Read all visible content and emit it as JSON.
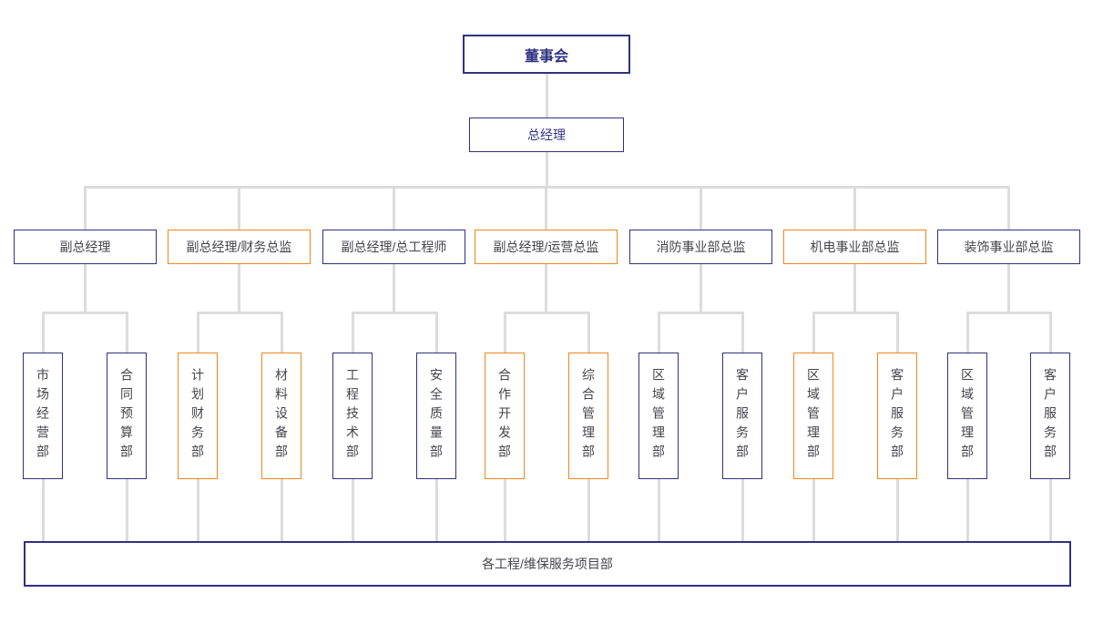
{
  "colors": {
    "navy_border": "#2f3280",
    "orange_border": "#f0861a",
    "connector_gray": "#dcdcdc",
    "dark_text": "#45454d",
    "navy_text": "#2f3280",
    "background": "#ffffff"
  },
  "org_chart": {
    "root": {
      "label": "董事会",
      "accent": "navy"
    },
    "general_manager": {
      "label": "总经理",
      "accent": "navy"
    },
    "executives": [
      {
        "label": "副总经理",
        "accent": "navy"
      },
      {
        "label": "副总经理/财务总监",
        "accent": "orange"
      },
      {
        "label": "副总经理/总工程师",
        "accent": "navy"
      },
      {
        "label": "副总经理/运营总监",
        "accent": "orange"
      },
      {
        "label": "消防事业部总监",
        "accent": "navy"
      },
      {
        "label": "机电事业部总监",
        "accent": "orange"
      },
      {
        "label": "装饰事业部总监",
        "accent": "navy"
      }
    ],
    "departments": [
      {
        "label": "市场经营部",
        "accent": "navy"
      },
      {
        "label": "合同预算部",
        "accent": "navy"
      },
      {
        "label": "计划财务部",
        "accent": "orange"
      },
      {
        "label": "材料设备部",
        "accent": "orange"
      },
      {
        "label": "工程技术部",
        "accent": "navy"
      },
      {
        "label": "安全质量部",
        "accent": "navy"
      },
      {
        "label": "合作开发部",
        "accent": "orange"
      },
      {
        "label": "综合管理部",
        "accent": "orange"
      },
      {
        "label": "区域管理部",
        "accent": "navy"
      },
      {
        "label": "客户服务部",
        "accent": "navy"
      },
      {
        "label": "区域管理部",
        "accent": "orange"
      },
      {
        "label": "客户服务部",
        "accent": "orange"
      },
      {
        "label": "区域管理部",
        "accent": "navy"
      },
      {
        "label": "客户服务部",
        "accent": "navy"
      }
    ],
    "bottom": {
      "label": "各工程/维保服务项目部",
      "accent": "navy"
    }
  }
}
